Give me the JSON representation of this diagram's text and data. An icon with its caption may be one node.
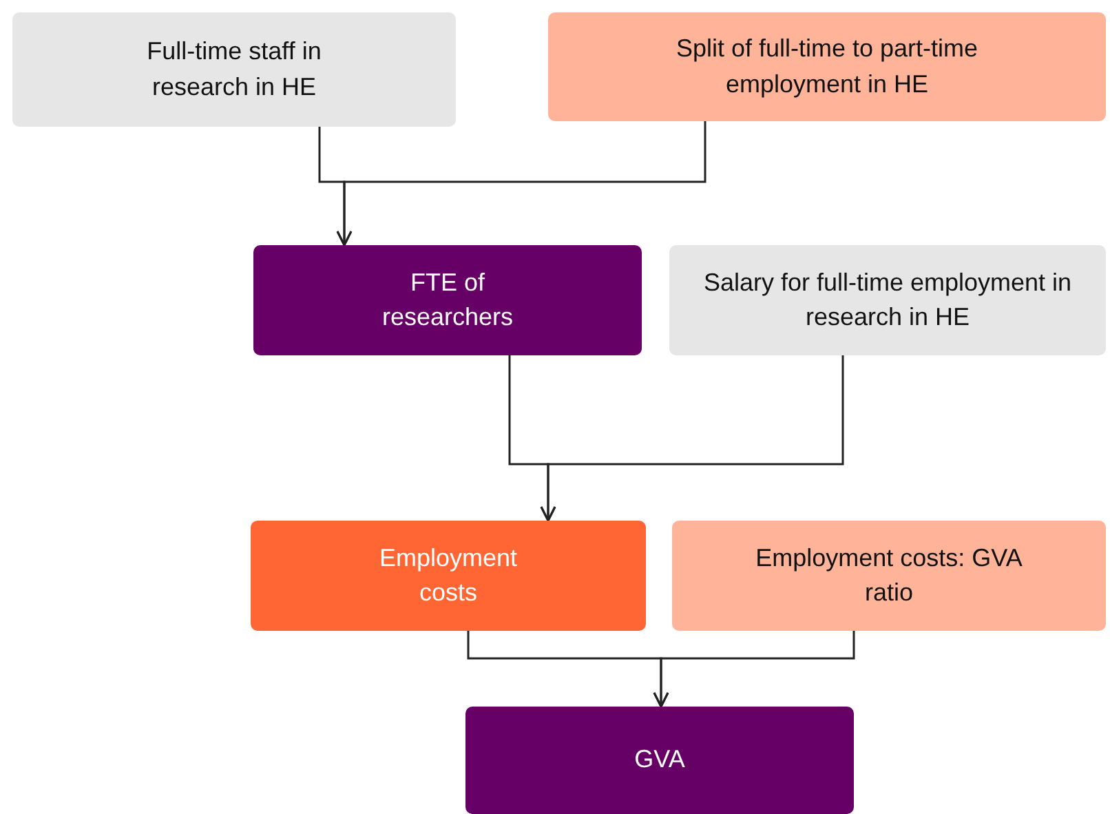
{
  "diagram": {
    "nodes": [
      {
        "text": [
          "Full-time staff in research in HE"
        ]
      },
      {
        "text": [
          "Split of full-time to part-time employment in HE"
        ]
      },
      {
        "text": [
          "FTE of researchers"
        ]
      },
      {
        "text": [
          "Salary for full-time employment in research in HE"
        ]
      },
      {
        "text": [
          "Employment costs"
        ]
      },
      {
        "text": [
          "Employment costs: GVA ratio"
        ]
      },
      {
        "text": [
          "GVA"
        ]
      }
    ],
    "edges": [
      {
        "from": 0,
        "to": 2,
        "arrow": "to"
      },
      {
        "from": 1,
        "to": 2,
        "arrow": "to"
      },
      {
        "from": 2,
        "to": 4,
        "arrow": "to"
      },
      {
        "from": 3,
        "to": 4,
        "arrow": "to"
      },
      {
        "from": 4,
        "to": 6,
        "arrow": "to"
      },
      {
        "from": 5,
        "to": 6,
        "arrow": "to"
      }
    ]
  }
}
